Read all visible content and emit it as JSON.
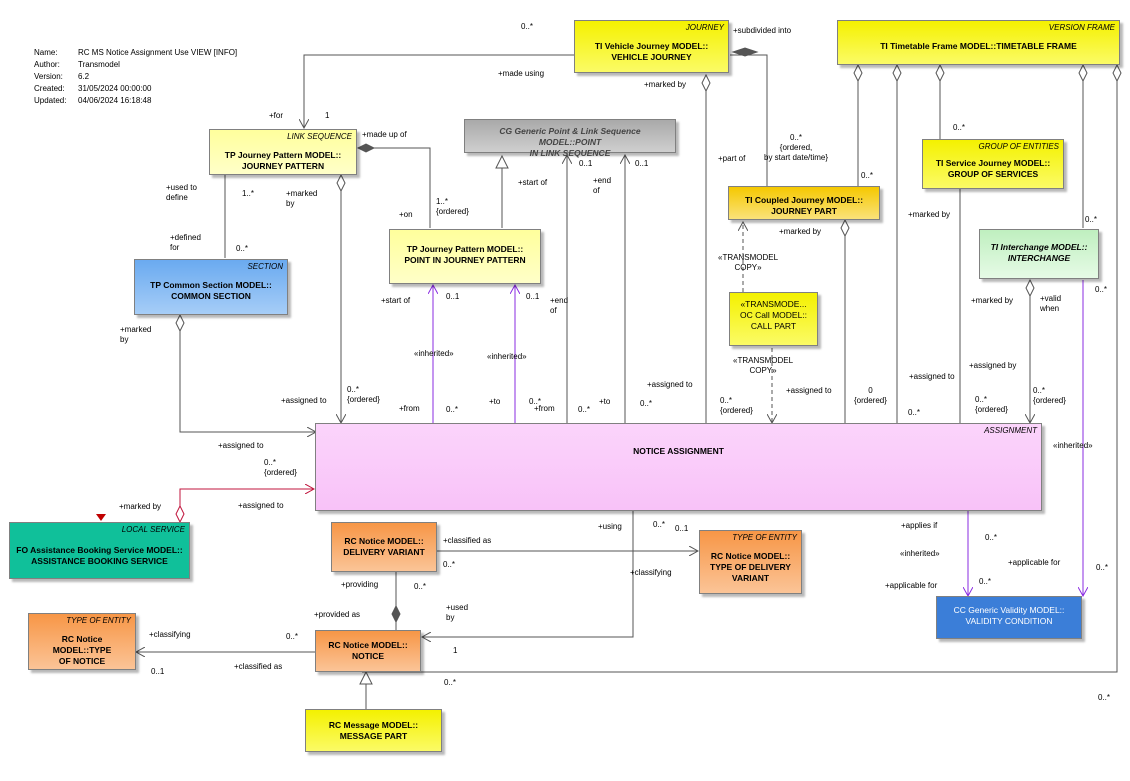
{
  "meta": {
    "name_key": "Name:",
    "name": "RC MS Notice Assignment Use VIEW [INFO]",
    "author_key": "Author:",
    "author": "Transmodel",
    "version_key": "Version:",
    "version": "6.2",
    "created_key": "Created:",
    "created": "31/05/2024 00:00:00",
    "updated_key": "Updated:",
    "updated": "04/06/2024 16:18:48"
  },
  "boxes": {
    "vehicle_journey": {
      "stereotype": "JOURNEY",
      "name": "TI Vehicle Journey MODEL::\nVEHICLE JOURNEY"
    },
    "timetable_frame": {
      "stereotype": "VERSION FRAME",
      "name": "TI Timetable Frame MODEL::TIMETABLE FRAME"
    },
    "journey_pattern": {
      "stereotype": "LINK SEQUENCE",
      "name": "TP Journey Pattern MODEL::\nJOURNEY PATTERN"
    },
    "point_link_sequence": {
      "stereotype": "",
      "name": "CG Generic Point & Link Sequence MODEL::POINT\nIN LINK SEQUENCE"
    },
    "point_in_journey_pattern": {
      "stereotype": "",
      "name": "TP Journey Pattern MODEL::\nPOINT IN JOURNEY PATTERN"
    },
    "coupled_journey": {
      "stereotype": "",
      "name": "TI Coupled Journey MODEL::\nJOURNEY PART"
    },
    "call_part": {
      "stereotype": "",
      "name": "«TRANSMODE...\nOC Call MODEL::\nCALL PART"
    },
    "group_of_services": {
      "stereotype": "GROUP OF ENTITIES",
      "name": "TI Service Journey MODEL::\nGROUP OF SERVICES"
    },
    "interchange": {
      "stereotype": "",
      "name": "TI Interchange MODEL::\nINTERCHANGE"
    },
    "common_section": {
      "stereotype": "SECTION",
      "name": "TP Common Section MODEL::\nCOMMON SECTION"
    },
    "notice_assignment": {
      "stereotype": "ASSIGNMENT",
      "name": "NOTICE ASSIGNMENT"
    },
    "assistance_booking": {
      "stereotype": "LOCAL SERVICE",
      "name": "FO Assistance Booking Service MODEL::\nASSISTANCE BOOKING SERVICE"
    },
    "delivery_variant": {
      "stereotype": "",
      "name": "RC Notice MODEL::\nDELIVERY VARIANT"
    },
    "type_of_delivery_variant": {
      "stereotype": "TYPE OF ENTITY",
      "name": "RC Notice MODEL::\nTYPE OF DELIVERY\nVARIANT"
    },
    "type_of_notice": {
      "stereotype": "TYPE OF ENTITY",
      "name": "RC Notice MODEL::TYPE\nOF NOTICE"
    },
    "notice": {
      "stereotype": "",
      "name": "RC Notice MODEL::\nNOTICE"
    },
    "validity_condition": {
      "stereotype": "",
      "name": "CC Generic Validity MODEL::\nVALIDITY CONDITION"
    },
    "message_part": {
      "stereotype": "",
      "name": "RC Message MODEL::\nMESSAGE PART"
    }
  },
  "labels": [
    "0..*",
    "+subdivided into",
    "+made using",
    "+marked by",
    "+for",
    "1",
    "+made up of",
    "+used to\ndefine",
    "1..*",
    "+marked\nby",
    "+defined\nfor",
    "0..*",
    "1..*\n{ordered}",
    "+on",
    "+start of",
    "0..1",
    "+end\nof",
    "0..1",
    "+part of",
    "0..*\n{ordered,\nby start date/time}",
    "0..*",
    "0..*",
    "+marked by",
    "0..*",
    "+marked by",
    "«TRANSMODEL\nCOPY»",
    "+marked by",
    "+valid\nwhen",
    "0..*",
    "+start of",
    "0..1",
    "0..1",
    "+end\nof",
    "+marked\nby",
    "«inherited»",
    "«inherited»",
    "«TRANSMODEL\nCOPY»",
    "+assigned to",
    "0..*\n{ordered}",
    "+from",
    "0..*",
    "+to",
    "0..*",
    "+from",
    "0..*",
    "+to",
    "+assigned to",
    "+assigned to",
    "0..*\n{ordered}",
    "0\n{ordered}",
    "+assigned to",
    "0..*",
    "+assigned by",
    "0..*\n{ordered}",
    "0..*\n{ordered}",
    "0..*",
    "«inherited»",
    "+assigned to",
    "0..*\n{ordered}",
    "+marked by",
    "+assigned to",
    "+using",
    "0..*",
    "0..1",
    "+classified as",
    "0..*",
    "+classifying",
    "+providing",
    "0..*",
    "+provided as",
    "+used\nby",
    "1",
    "+applies if",
    "0..*",
    "«inherited»",
    "+applicable for",
    "0..*",
    "+applicable for",
    "0..*",
    "+classifying",
    "0..*",
    "0..1",
    "+classified as",
    "0..*",
    "0..*"
  ]
}
